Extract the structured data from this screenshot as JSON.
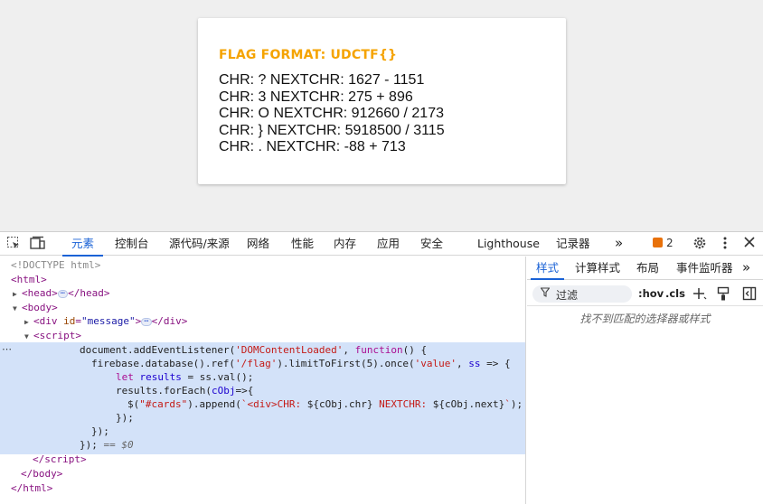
{
  "page": {
    "flag_title": "FLAG FORMAT: UDCTF{}",
    "cards": [
      "CHR: ? NEXTCHR: 1627 - 1151",
      "CHR: 3 NEXTCHR: 275 + 896",
      "CHR: O NEXTCHR: 912660 / 2173",
      "CHR: } NEXTCHR: 5918500 / 3115",
      "CHR: . NEXTCHR: -88 + 713"
    ]
  },
  "devtools": {
    "tabs": [
      "元素",
      "控制台",
      "源代码/来源",
      "网络",
      "性能",
      "内存",
      "应用",
      "安全",
      "Lighthouse",
      "记录器"
    ],
    "more": "»",
    "issues_count": "2",
    "icons": [
      "inspect-icon",
      "device-toolbar-icon",
      "gear-icon",
      "kebab-menu-icon",
      "close-icon"
    ],
    "elements": {
      "doctype": "<!DOCTYPE html>",
      "html_open": "html",
      "head": "head",
      "body": "body",
      "div_id_attr": "id",
      "div_id_value": "\"message\"",
      "script": "script",
      "js": {
        "l1a": "document.addEventListener(",
        "l1b": "'DOMContentLoaded'",
        "l1c": ", ",
        "l1d": "function",
        "l1e": "() {",
        "l2a": "firebase.database().ref(",
        "l2b": "'/flag'",
        "l2c": ").limitToFirst(5).once(",
        "l2d": "'value'",
        "l2e": ", ",
        "l2f": "ss",
        "l2g": " => {",
        "l3a": "let",
        "l3b": " results",
        "l3c": " = ss.val();",
        "l4a": "results.forEach(",
        "l4b": "cObj",
        "l4c": "=>{",
        "l5a": "$(",
        "l5b": "\"#cards\"",
        "l5c": ").append(",
        "l5d": "`<div>CHR: ",
        "l5e": "${cObj.chr}",
        "l5f": " NEXTCHR: ",
        "l5g": "${cObj.next}",
        "l5h": "`",
        "l5i": ");",
        "l6": "});",
        "l7": "});",
        "l8a": "});",
        "l8b": " == $0"
      },
      "script_close": "script",
      "body_close": "body",
      "html_close": "html"
    },
    "styles": {
      "tabs": [
        "样式",
        "计算样式",
        "布局",
        "事件监听器"
      ],
      "more": "»",
      "filter_placeholder": "过滤",
      "hov": ":hov",
      "cls": ".cls",
      "no_match": "找不到匹配的选择器或样式"
    }
  },
  "colors": {
    "accent": "#1a62d6",
    "flag_title": "#f5a300",
    "selection": "#d3e2f9"
  }
}
